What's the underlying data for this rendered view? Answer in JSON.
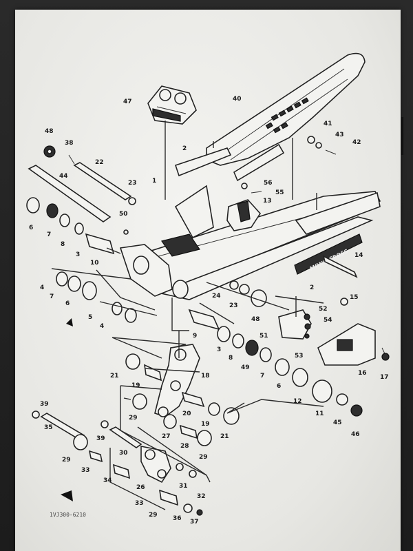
{
  "diagram": {
    "code": "1VJ300-6210",
    "decal_text": "MONO CROSS",
    "callouts": {
      "n1": "1",
      "n2a": "2",
      "n2b": "2",
      "n3a": "3",
      "n3b": "3",
      "n4a": "4",
      "n4b": "4",
      "n5": "5",
      "n6a": "6",
      "n6b": "6",
      "n6c": "6",
      "n7a": "7",
      "n7b": "7",
      "n7c": "7",
      "n8a": "8",
      "n8b": "8",
      "n9": "9",
      "n10": "10",
      "n11": "11",
      "n12": "12",
      "n13": "13",
      "n14": "14",
      "n15": "15",
      "n16": "16",
      "n17": "17",
      "n18": "18",
      "n19a": "19",
      "n19b": "19",
      "n20": "20",
      "n21a": "21",
      "n21b": "21",
      "n22": "22",
      "n23a": "23",
      "n23b": "23",
      "n24": "24",
      "n26": "26",
      "n27": "27",
      "n28": "28",
      "n29a": "29",
      "n29b": "29",
      "n29c": "29",
      "n29d": "29",
      "n30": "30",
      "n31": "31",
      "n32": "32",
      "n33a": "33",
      "n33b": "33",
      "n34": "34",
      "n35": "35",
      "n36": "36",
      "n37": "37",
      "n38": "38",
      "n39a": "39",
      "n39b": "39",
      "n40": "40",
      "n41": "41",
      "n42": "42",
      "n43": "43",
      "n44": "44",
      "n45": "45",
      "n46": "46",
      "n47": "47",
      "n48a": "48",
      "n48b": "48",
      "n49": "49",
      "n50": "50",
      "n51": "51",
      "n52": "52",
      "n53": "53",
      "n54": "54",
      "n55": "55",
      "n56": "56"
    }
  }
}
